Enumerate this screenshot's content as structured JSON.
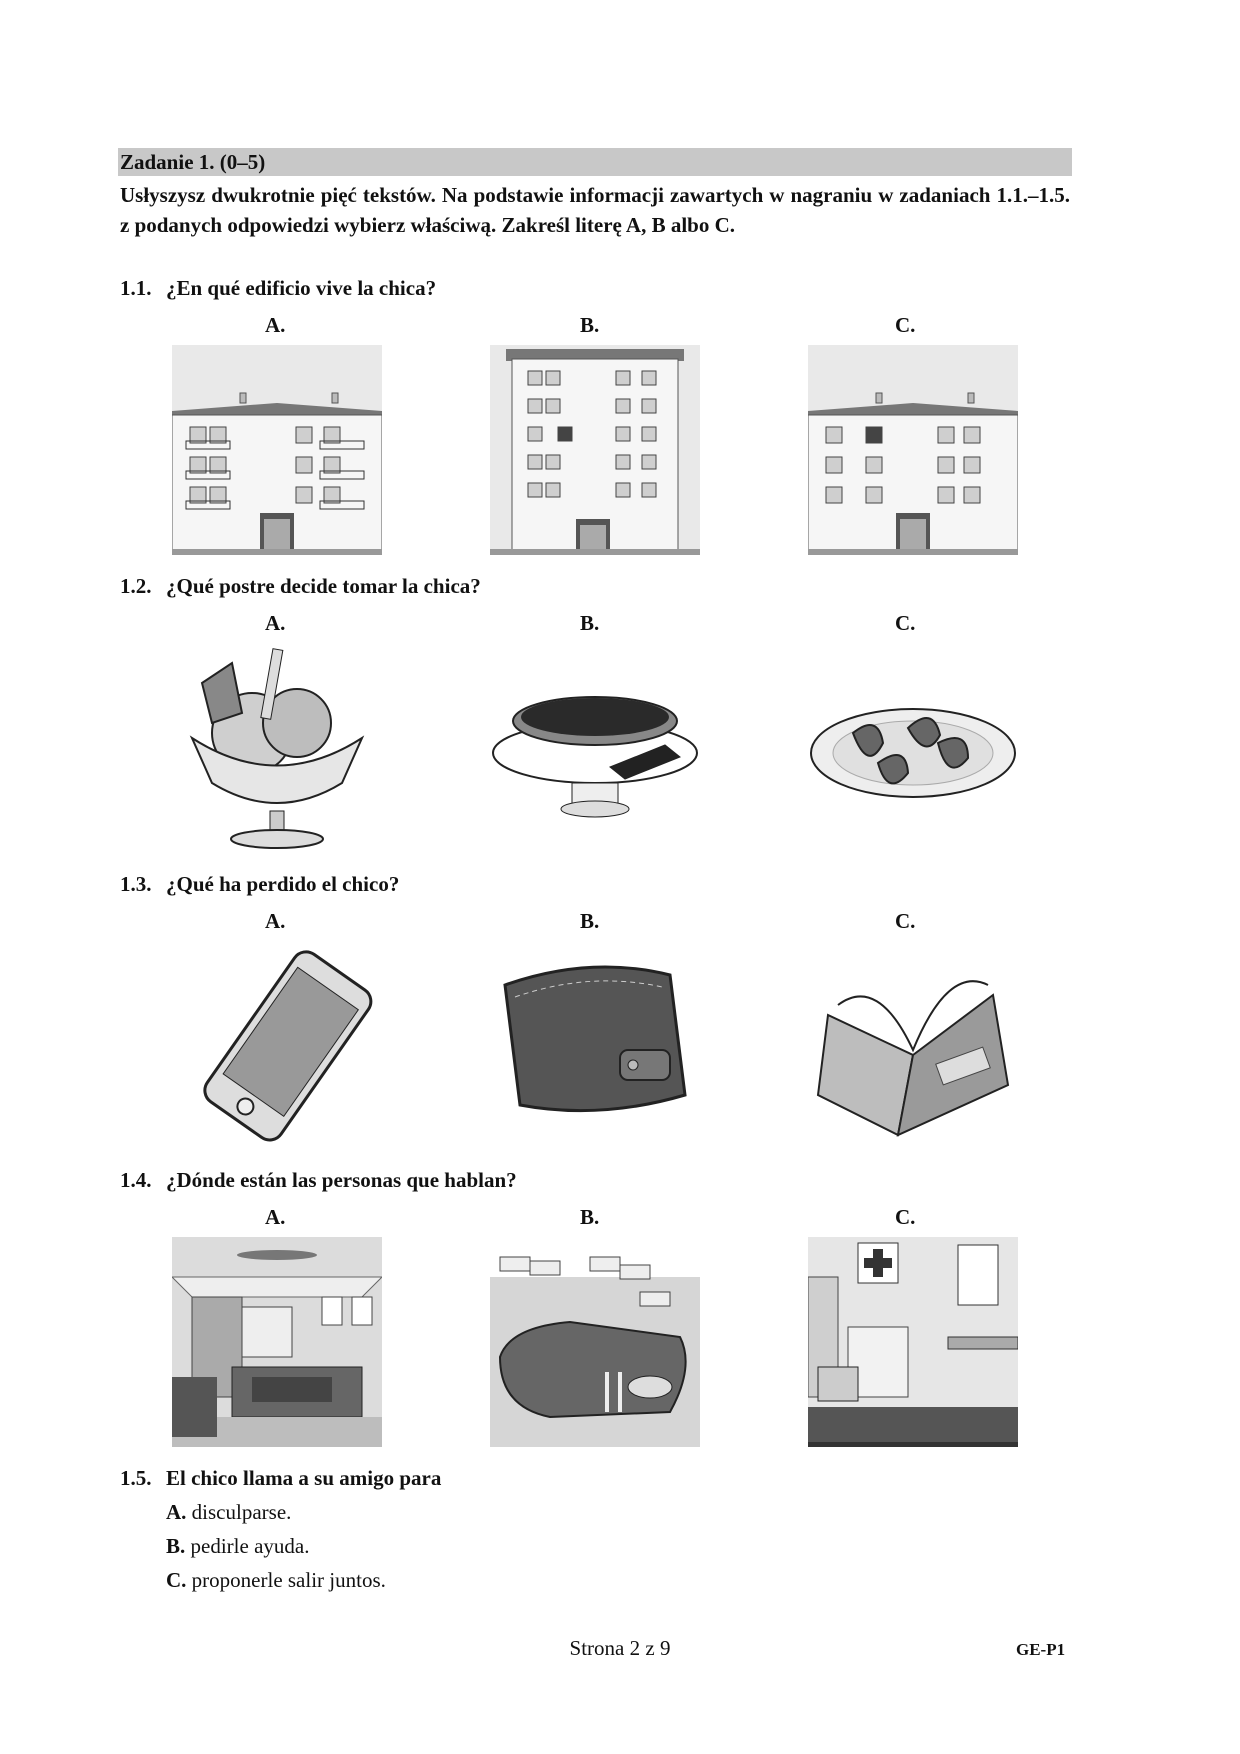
{
  "task": {
    "header": "Zadanie 1. (0–5)",
    "instruction": "Usłyszysz dwukrotnie pięć tekstów. Na podstawie informacji zawartych w nagraniu w zadaniach 1.1.–1.5. z podanych odpowiedzi wybierz właściwą. Zakreśl literę A, B albo C."
  },
  "questions": [
    {
      "num": "1.1.",
      "text": "¿En qué edificio vive la chica?",
      "options": [
        "A.",
        "B.",
        "C."
      ],
      "images": [
        "building-icon",
        "building-icon",
        "building-icon"
      ]
    },
    {
      "num": "1.2.",
      "text": "¿Qué postre decide tomar la chica?",
      "options": [
        "A.",
        "B.",
        "C."
      ],
      "images": [
        "ice-cream-icon",
        "tart-icon",
        "strawberries-icon"
      ]
    },
    {
      "num": "1.3.",
      "text": "¿Qué ha perdido el chico?",
      "options": [
        "A.",
        "B.",
        "C."
      ],
      "images": [
        "smartphone-icon",
        "wallet-icon",
        "book-icon"
      ]
    },
    {
      "num": "1.4.",
      "text": "¿Dónde están las personas que hablan?",
      "options": [
        "A.",
        "B.",
        "C."
      ],
      "images": [
        "bedroom-icon",
        "swimming-pool-icon",
        "doctor-office-icon"
      ]
    },
    {
      "num": "1.5.",
      "text": "El chico llama a su amigo para",
      "answers": [
        {
          "letter": "A.",
          "text": "disculparse."
        },
        {
          "letter": "B.",
          "text": "pedirle ayuda."
        },
        {
          "letter": "C.",
          "text": "proponerle salir juntos."
        }
      ]
    }
  ],
  "footer": {
    "page": "Strona 2 z 9",
    "code": "GE-P1"
  }
}
